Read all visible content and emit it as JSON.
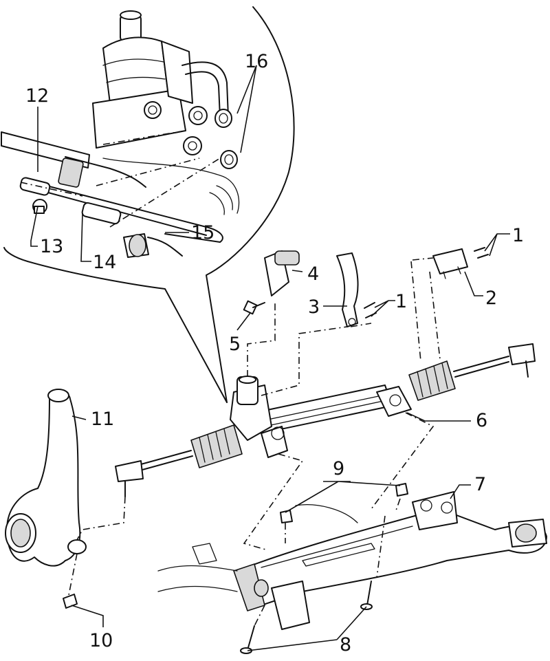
{
  "figure": {
    "callouts": [
      {
        "id": "c1a",
        "label": "1"
      },
      {
        "id": "c1b",
        "label": "1"
      },
      {
        "id": "c2",
        "label": "2"
      },
      {
        "id": "c3",
        "label": "3"
      },
      {
        "id": "c4",
        "label": "4"
      },
      {
        "id": "c5",
        "label": "5"
      },
      {
        "id": "c6",
        "label": "6"
      },
      {
        "id": "c7",
        "label": "7"
      },
      {
        "id": "c8",
        "label": "8"
      },
      {
        "id": "c9",
        "label": "9"
      },
      {
        "id": "c10",
        "label": "10"
      },
      {
        "id": "c11",
        "label": "11"
      },
      {
        "id": "c12",
        "label": "12"
      },
      {
        "id": "c13",
        "label": "13"
      },
      {
        "id": "c14",
        "label": "14"
      },
      {
        "id": "c15",
        "label": "15"
      },
      {
        "id": "c16",
        "label": "16"
      }
    ]
  }
}
